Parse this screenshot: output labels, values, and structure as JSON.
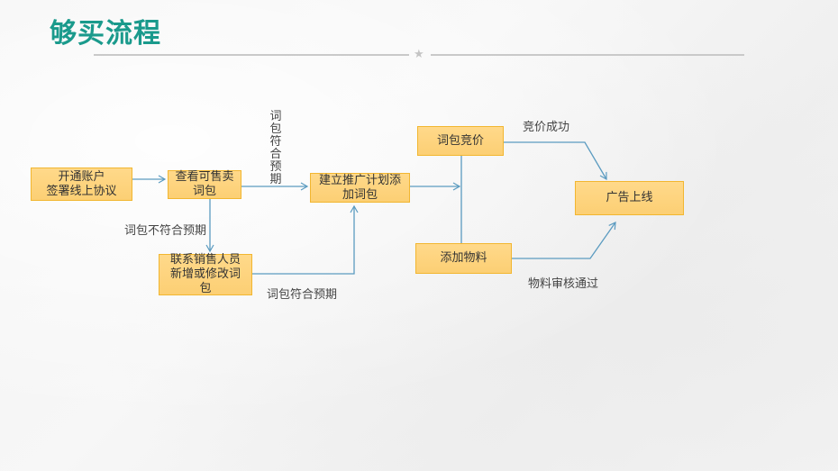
{
  "slide": {
    "title": "够买流程",
    "divider_icon": "star-icon",
    "colors": {
      "title": "#1a9a8c",
      "box_fill": "#fcd47c",
      "box_border": "#f2b630",
      "connector": "#5b9bc0",
      "divider": "#c9c9c9"
    }
  },
  "flowchart": {
    "nodes": {
      "open_account": {
        "line1": "开通账户",
        "line2": "签署线上协议"
      },
      "view_packages": {
        "line1": "查看可售卖",
        "line2": "词包"
      },
      "create_plan": {
        "line1": "建立推广计划添",
        "line2": "加词包"
      },
      "contact_sales": {
        "line1": "联系销售人员",
        "line2": "新增或修改词",
        "line3": "包"
      },
      "bid_package": {
        "label": "词包竞价"
      },
      "add_material": {
        "label": "添加物料"
      },
      "ad_online": {
        "label": "广告上线"
      }
    },
    "edge_labels": {
      "meets_expectation_vertical": [
        "词",
        "包",
        "符",
        "合",
        "预",
        "期"
      ],
      "not_meet_expectation": "词包不符合预期",
      "meets_expectation": "词包符合预期",
      "bid_success": "竞价成功",
      "material_approved": "物料审核通过"
    },
    "edges": [
      {
        "from": "open_account",
        "to": "view_packages"
      },
      {
        "from": "view_packages",
        "to": "create_plan",
        "label": "词包符合预期"
      },
      {
        "from": "view_packages",
        "to": "contact_sales",
        "label": "词包不符合预期"
      },
      {
        "from": "contact_sales",
        "to": "create_plan",
        "label": "词包符合预期"
      },
      {
        "from": "create_plan",
        "to": "bid_package/add_material"
      },
      {
        "from": "bid_package",
        "to": "ad_online",
        "label": "竞价成功"
      },
      {
        "from": "add_material",
        "to": "ad_online",
        "label": "物料审核通过"
      }
    ]
  }
}
